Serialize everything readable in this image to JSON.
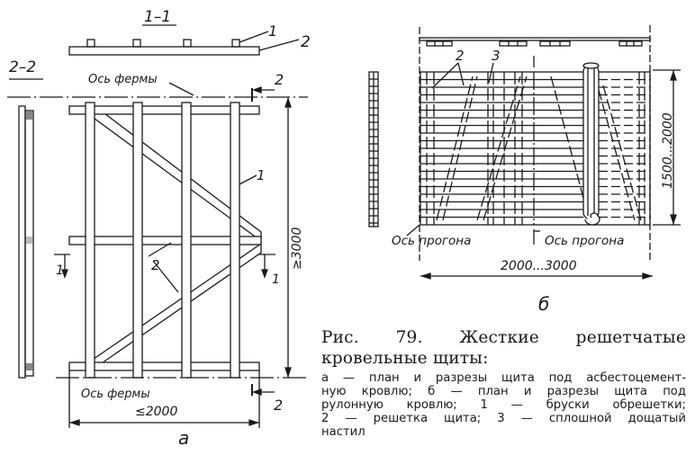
{
  "figure_a": {
    "section_1_1": "1–1",
    "section_2_2": "2–2",
    "axis_top": "Ось фермы",
    "axis_bottom": "Ось фермы",
    "marker_2_top": "2",
    "marker_2_bottom": "2",
    "marker_1_left": "1",
    "marker_1_right": "1",
    "callout_1_section": "1",
    "callout_2_section": "2",
    "callout_1_plan": "1",
    "callout_2_plan": "2",
    "dim_height": "≥3000",
    "dim_width": "≤2000",
    "panel_letter": "а"
  },
  "figure_b": {
    "callout_2": "2",
    "callout_3": "3",
    "axis_left": "Ось прогона",
    "axis_right": "Ось прогона",
    "dim_height": "1500...2000",
    "dim_width": "2000...3000",
    "panel_letter": "б"
  },
  "caption": {
    "title": "Рис. 79. Жесткие решетчатые кровельные щиты:",
    "body_lines": [
      "а — план и разрезы щита под асбестоцемент-",
      "ную кровлю;  б — план и разрезы щита под",
      "рулонную кровлю;  1 — бруски обрешетки;",
      "2 — решетка щита;  3 — сплошной дощатый",
      "настил"
    ]
  }
}
